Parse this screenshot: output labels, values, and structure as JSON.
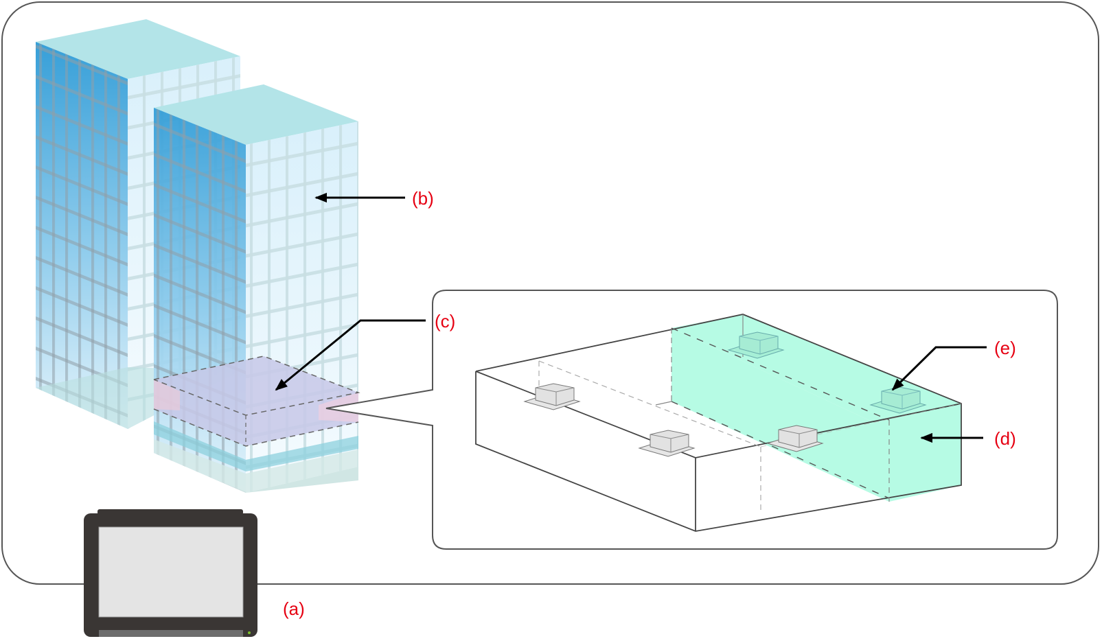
{
  "diagram": {
    "description": "Building air-conditioning system overview with zoomed-in floor zone",
    "labels": {
      "a": "(a)",
      "b": "(b)",
      "c": "(c)",
      "d": "(d)",
      "e": "(e)"
    },
    "elements": [
      {
        "key": "a",
        "depicts": "controller-display-device"
      },
      {
        "key": "b",
        "depicts": "building"
      },
      {
        "key": "c",
        "depicts": "floor-area"
      },
      {
        "key": "d",
        "depicts": "zone"
      },
      {
        "key": "e",
        "depicts": "indoor-unit"
      }
    ],
    "colors": {
      "label": "#e60012",
      "zone_fill": "#b6fbe4",
      "building_roof": "#b3e4e8",
      "building_facade_dark": "#2c9ad6",
      "building_facade_light": "#e0f3fb",
      "floor_highlight": "#c8c8e6",
      "device_frame": "#3a3634",
      "device_screen": "#e4e4e4",
      "unit_fill": "#e2e2e2"
    }
  }
}
